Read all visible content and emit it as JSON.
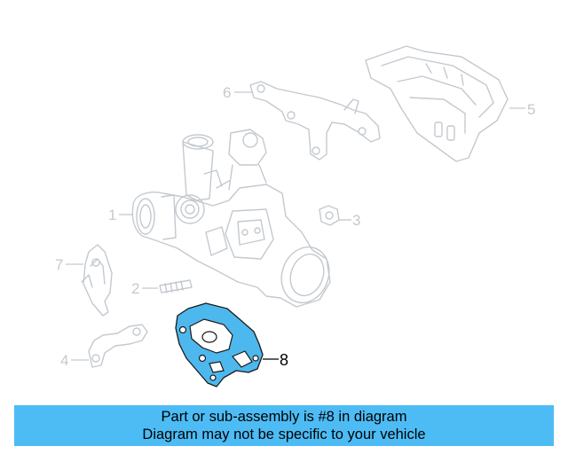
{
  "callouts": [
    {
      "id": "1",
      "label": "1"
    },
    {
      "id": "2",
      "label": "2"
    },
    {
      "id": "3",
      "label": "3"
    },
    {
      "id": "4",
      "label": "4"
    },
    {
      "id": "5",
      "label": "5"
    },
    {
      "id": "6",
      "label": "6"
    },
    {
      "id": "7",
      "label": "7"
    },
    {
      "id": "8",
      "label": "8"
    }
  ],
  "highlighted_part": "8",
  "colors": {
    "highlight": "#4db8ee",
    "ghost": "#c4c9cf",
    "banner": "#4dbcf5"
  },
  "banner": {
    "line1": "Part or sub-assembly is #8 in diagram",
    "line2": "Diagram may not be specific to your vehicle"
  }
}
